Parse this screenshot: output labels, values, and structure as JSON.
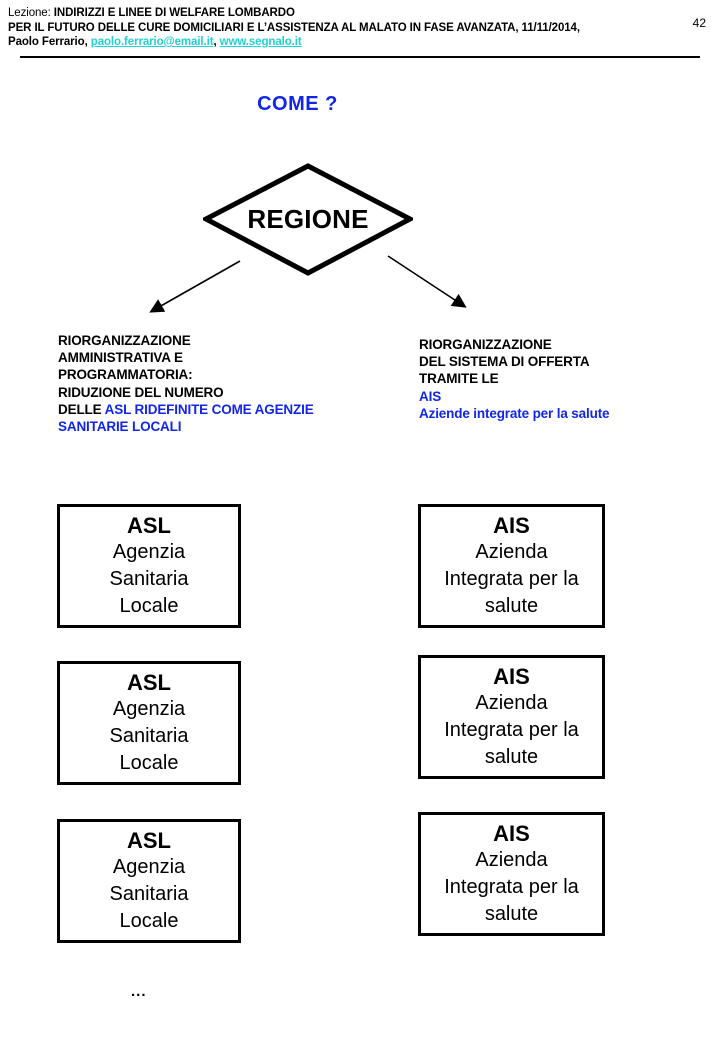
{
  "header": {
    "label_prefix": "Lezione:",
    "line1": "INDIRIZZI E LINEE DI WELFARE LOMBARDO",
    "line2": "PER IL FUTURO DELLE CURE DOMICILIARI E L’ASSISTENZA AL MALATO IN FASE AVANZATA, 11/11/2014,",
    "author": "Paolo Ferrario,",
    "email": "paolo.ferrario@email.it",
    "comma": ",",
    "website": "www.segnalo.it",
    "page_number": "42",
    "link_color": "#21D0D0"
  },
  "slide": {
    "title": "COME ?",
    "title_color": "#1226E8",
    "accent_color": "#1226E8",
    "ellipsis": "..."
  },
  "diagram": {
    "root": {
      "label": "REGIONE",
      "shape": "diamond"
    },
    "branches": [
      {
        "id": "left",
        "black_text": "RIORGANIZZAZIONE AMMINISTRATIVA E PROGRAMMATORIA: RIDUZIONE DEL NUMERO DELLE ",
        "lines_black": [
          "RIORGANIZZAZIONE",
          "AMMINISTRATIVA E",
          "PROGRAMMATORIA:",
          "RIDUZIONE DEL NUMERO",
          "DELLE "
        ],
        "highlight_text": "ASL RIDEFINITE COME AGENZIE SANITARIE LOCALI"
      },
      {
        "id": "right",
        "lines_black": [
          "RIORGANIZZAZIONE",
          "DEL SISTEMA DI OFFERTA",
          "TRAMITE LE"
        ],
        "highlight_lines": [
          "AIS",
          "Aziende integrate per la salute"
        ]
      }
    ],
    "left_column": [
      {
        "code": "ASL",
        "name_lines": [
          "Agenzia",
          "Sanitaria",
          "Locale"
        ]
      },
      {
        "code": "ASL",
        "name_lines": [
          "Agenzia",
          "Sanitaria",
          "Locale"
        ]
      },
      {
        "code": "ASL",
        "name_lines": [
          "Agenzia",
          "Sanitaria",
          "Locale"
        ]
      }
    ],
    "right_column": [
      {
        "code": "AIS",
        "name_lines": [
          "Azienda",
          "Integrata per la",
          "salute"
        ]
      },
      {
        "code": "AIS",
        "name_lines": [
          "Azienda",
          "Integrata per la",
          "salute"
        ]
      },
      {
        "code": "AIS",
        "name_lines": [
          "Azienda",
          "Integrata per la",
          "salute"
        ]
      }
    ]
  }
}
